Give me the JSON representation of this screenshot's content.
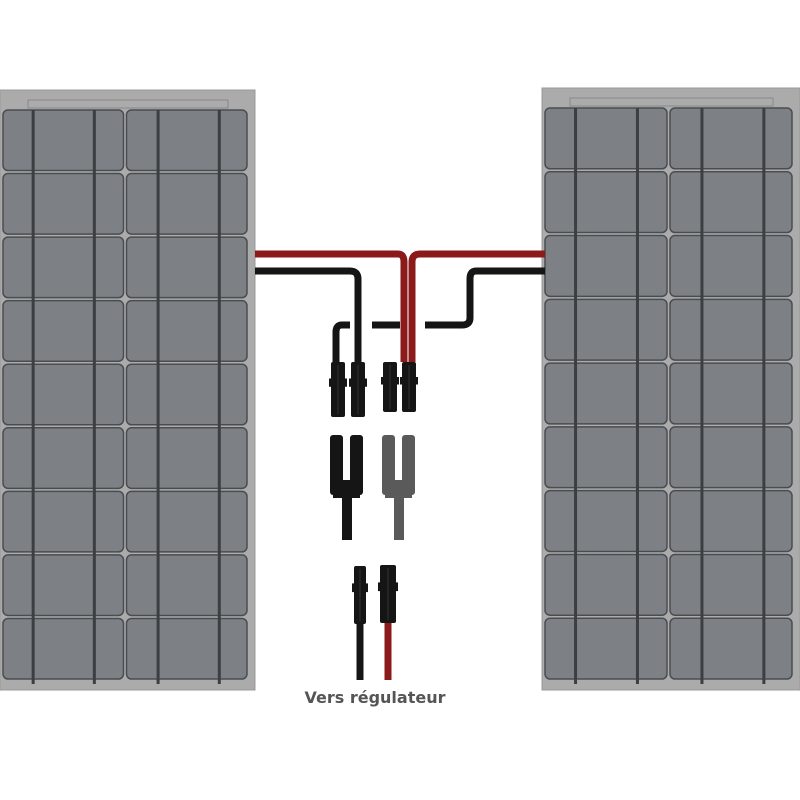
{
  "caption": "Vers régulateur",
  "colors": {
    "frame": "#ababab",
    "cell": "#7d8186",
    "cell_border": "#4a4d50",
    "busbar": "#3c3f42",
    "red_cable": "#8b1a1a",
    "black_cable": "#151515",
    "grey_connector": "#5a5a5a"
  },
  "panels": [
    {
      "name": "left-solar-panel",
      "rows": 9,
      "cols": 2
    },
    {
      "name": "right-solar-panel",
      "rows": 9,
      "cols": 2
    }
  ]
}
